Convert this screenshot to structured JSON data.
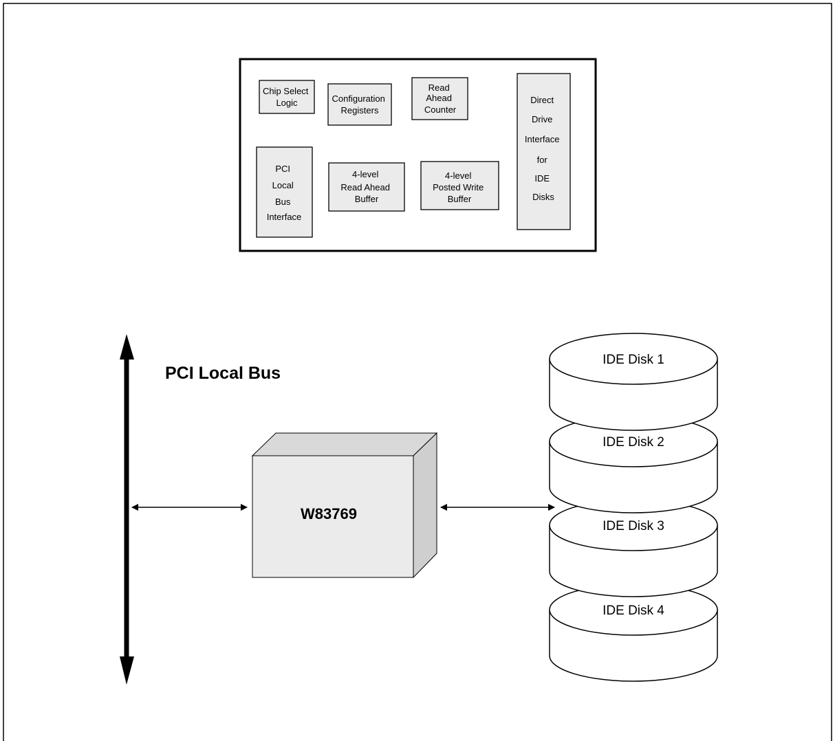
{
  "block_diagram": {
    "chip_select": [
      "Chip Select",
      "Logic"
    ],
    "config_registers": [
      "Configuration",
      "Registers"
    ],
    "read_ahead_counter": [
      "Read",
      "Ahead",
      "Counter"
    ],
    "direct_drive": [
      "Direct",
      "Drive",
      "Interface",
      "for",
      "IDE",
      "Disks"
    ],
    "pci_interface": [
      "PCI",
      "Local",
      "Bus",
      "Interface"
    ],
    "read_ahead_buffer": [
      "4-level",
      "Read Ahead",
      "Buffer"
    ],
    "posted_write_buffer": [
      "4-level",
      "Posted Write",
      "Buffer"
    ]
  },
  "system": {
    "bus_label": "PCI Local Bus",
    "chip_label": "W83769",
    "disks": [
      "IDE Disk 1",
      "IDE Disk 2",
      "IDE Disk 3",
      "IDE Disk 4"
    ]
  },
  "colors": {
    "block_fill": "#ebebeb",
    "chip_front": "#ebebeb",
    "chip_top": "#d9d9d9",
    "chip_side": "#cfcfcf",
    "line": "#000000"
  }
}
